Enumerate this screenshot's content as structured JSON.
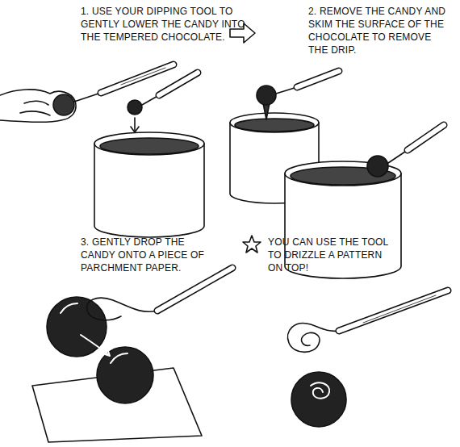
{
  "diagram": {
    "labels": [
      "1. USE YOUR DIPPING TOOL TO GENTLY LOWER THE CANDY INTO THE TEMPERED CHOCOLATE.",
      "2. REMOVE THE CANDY AND SKIM THE SURFACE OF THE CHOCOLATE TO REMOVE THE DRIP.",
      "3. GENTLY DROP THE CANDY ONTO A PIECE OF PARCHMENT PAPER.",
      "YOU CAN USE THE TOOL TO DRIZZLE A PATTERN ON TOP!"
    ]
  }
}
